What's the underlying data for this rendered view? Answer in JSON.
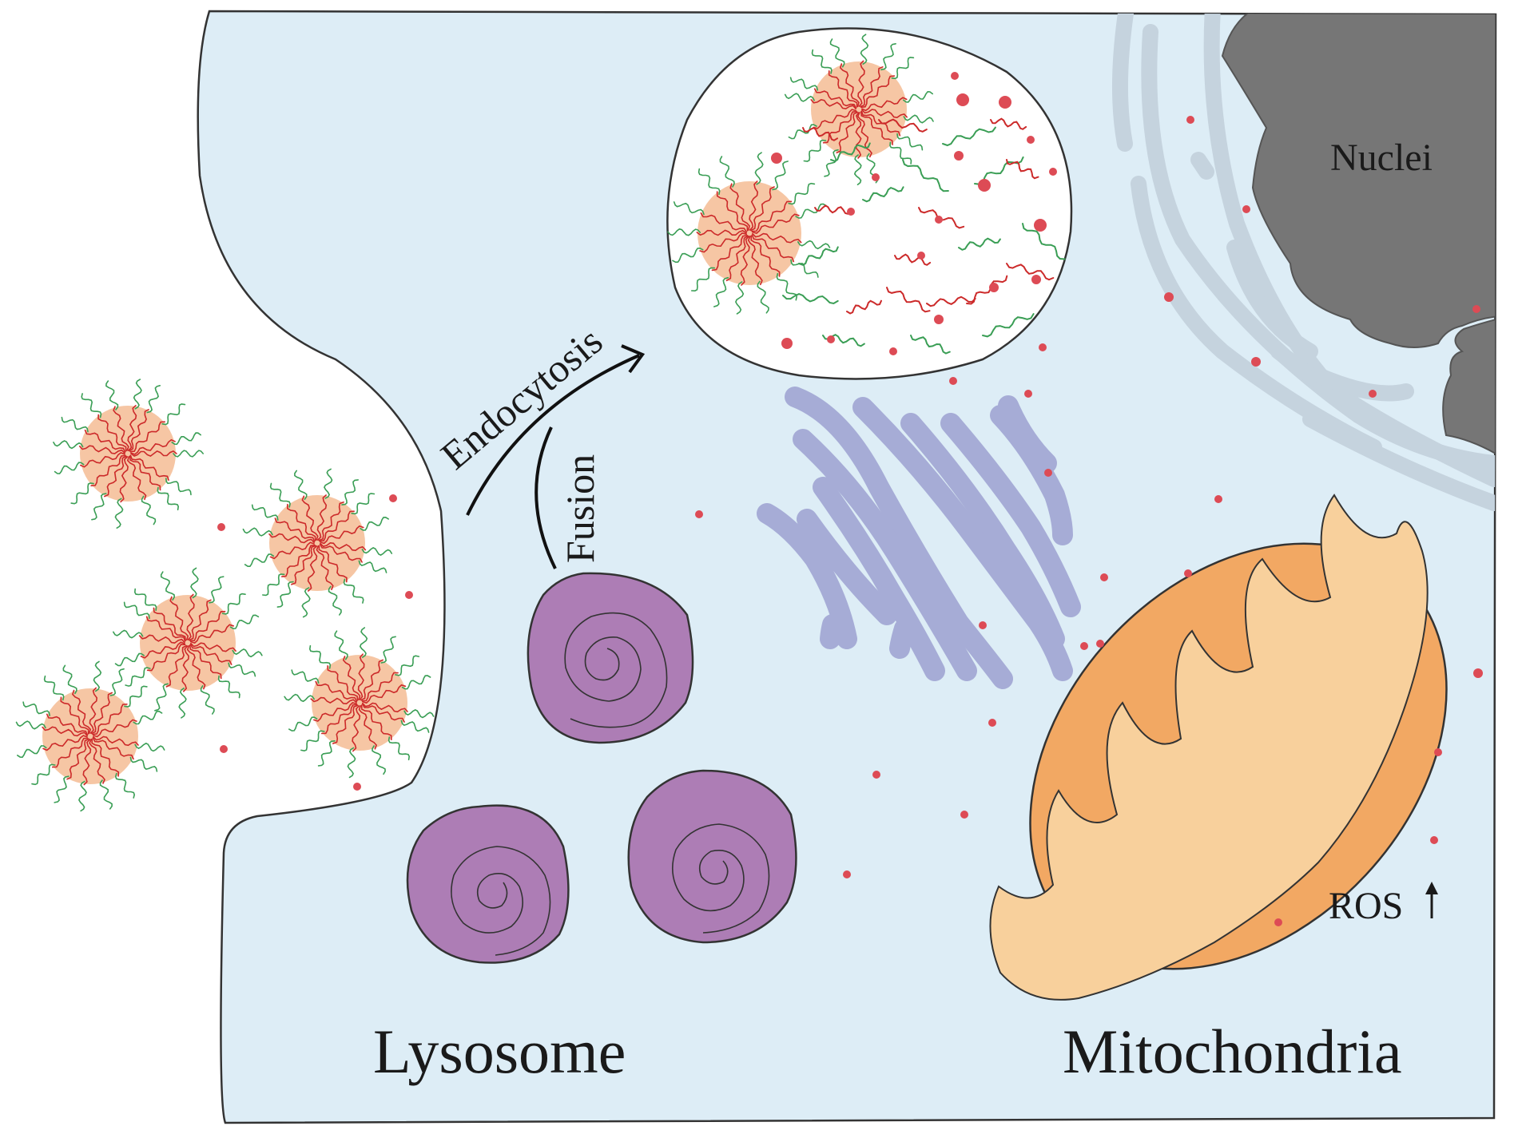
{
  "labels": {
    "nuclei": "Nuclei",
    "endocytosis": "Endocytosis",
    "fusion": "Fusion",
    "ros": "ROS",
    "lysosome": "Lysosome",
    "mitochondria": "Mitochondria"
  },
  "colors": {
    "cytoplasm": "#ddedf6",
    "cell_outline": "#333333",
    "nucleus": "#767676",
    "er": "#c5d3de",
    "golgi": "#a6acd6",
    "lysosome": "#ad7db5",
    "mitochondria_outer": "#f2a863",
    "mitochondria_inner": "#f8d09c",
    "micelle_core": "#f6c6a4",
    "polymer_red": "#cc2a2a",
    "polymer_green": "#3a9e55",
    "drug_dot": "#dd4b55"
  },
  "icons": {
    "ros_arrow": "arrow-up-icon"
  }
}
